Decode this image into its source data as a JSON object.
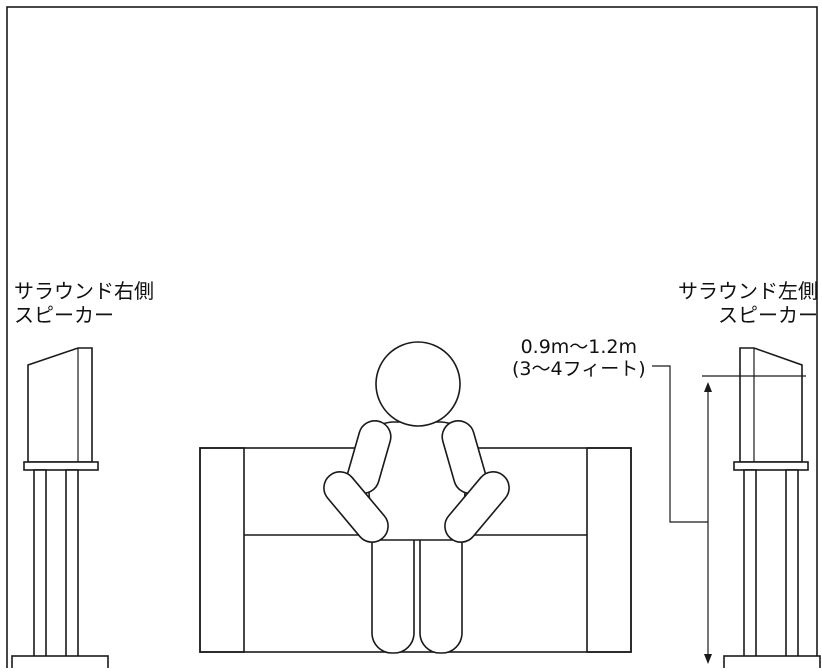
{
  "labels": {
    "right_speaker": {
      "line1": "サラウンド右側",
      "line2": "スピーカー"
    },
    "left_speaker": {
      "line1": "サラウンド左側",
      "line2": "スピーカー"
    },
    "height": {
      "line1": "0.9m～1.2m",
      "line2": "(3～4フィート)"
    }
  },
  "colors": {
    "stroke": "#1a1a1a",
    "background": "#ffffff"
  }
}
